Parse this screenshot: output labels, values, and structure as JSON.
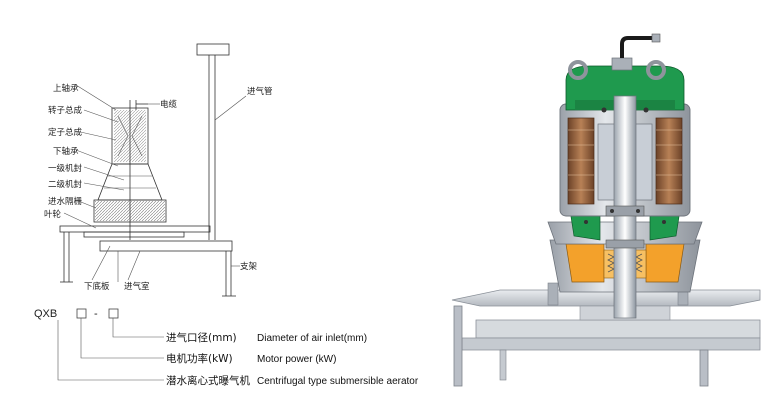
{
  "schematic": {
    "labels_left": {
      "upper_bearing": "上轴承",
      "rotor_assembly": "转子总成",
      "stator_assembly": "定子总成",
      "lower_bearing": "下轴承",
      "primary_seal": "一级机封",
      "secondary_seal": "二级机封",
      "water_inlet_partition": "进水隔栅",
      "impeller": "叶轮"
    },
    "labels_right": {
      "cable": "电缆",
      "air_inlet_pipe": "进气管",
      "bracket": "支架",
      "bottom_plate": "下底板",
      "air_inlet_chamber": "进气室"
    }
  },
  "model_code": {
    "prefix": "QXB",
    "dash": "-",
    "legend": [
      {
        "cn": "进气口径(mm)",
        "en": "Diameter of air inlet(mm)"
      },
      {
        "cn": "电机功率(kW)",
        "en": "Motor power (kW)"
      },
      {
        "cn": "潜水离心式曝气机",
        "en": "Centrifugal type submersible aerator"
      }
    ]
  },
  "colors": {
    "motor_green": "#1f9a4e",
    "impeller_orange": "#f3a12b",
    "casing_grey": "#b9bec6",
    "shaft_light": "#e6e9ee",
    "stator_brown": "#8a5a3a"
  }
}
